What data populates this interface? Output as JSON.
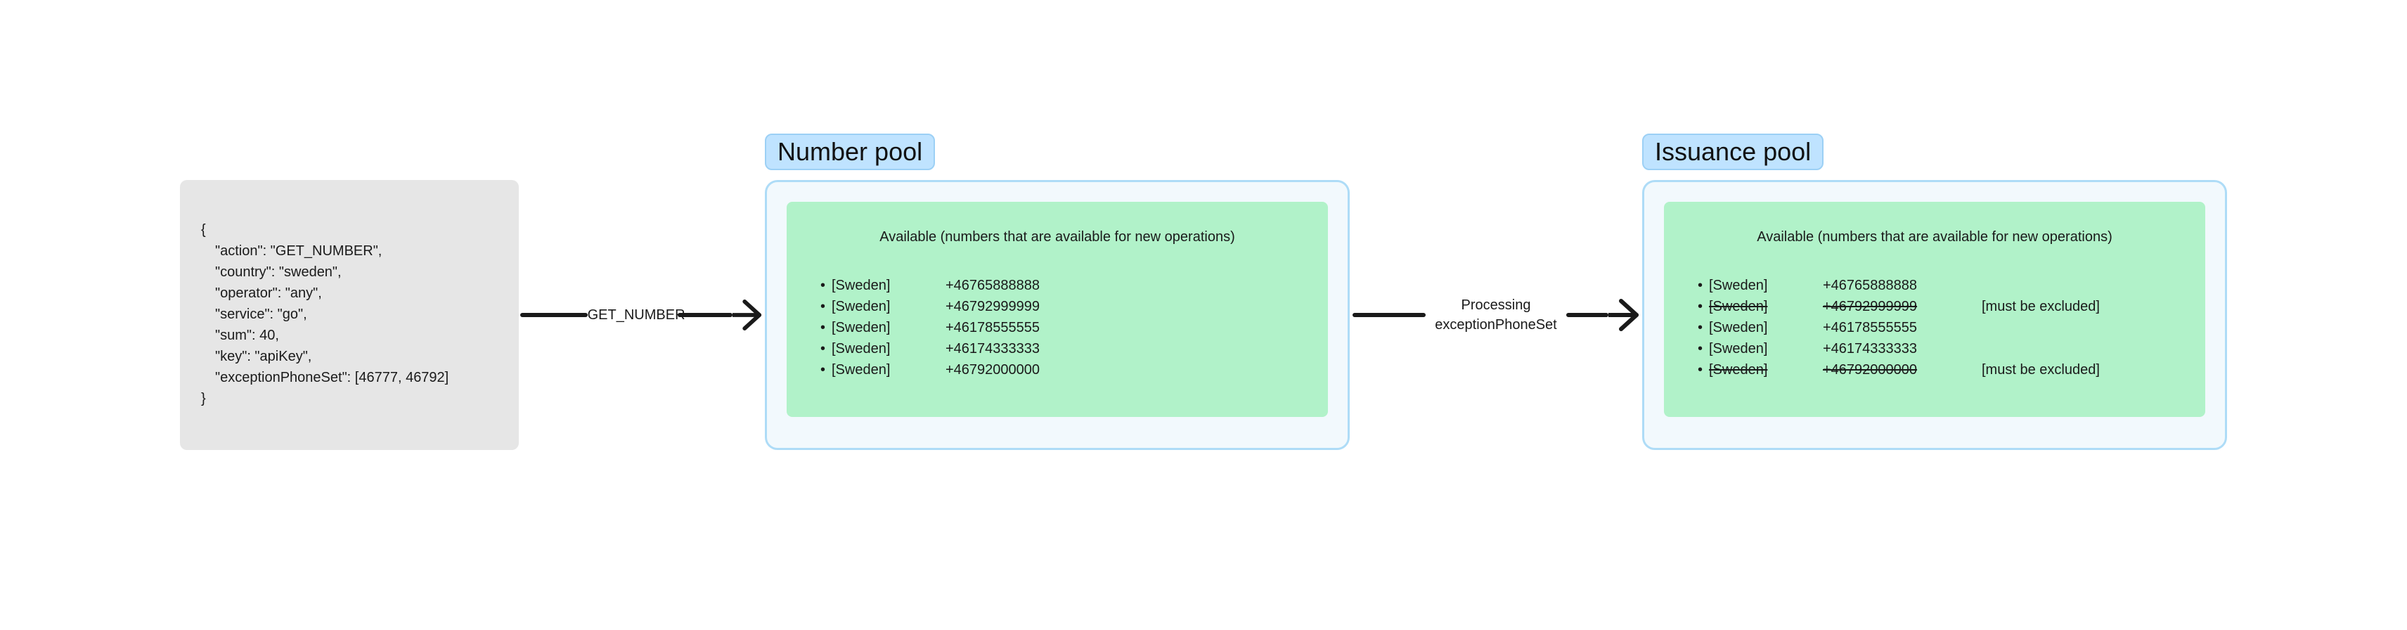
{
  "request": {
    "lines": [
      "{",
      "\"action\": \"GET_NUMBER\",",
      "\"country\": \"sweden\",",
      "\"operator\": \"any\",",
      "\"service\": \"go\",",
      "\"sum\": 40,",
      "\"key\": \"apiKey\",",
      "\"exceptionPhoneSet\": [46777, 46792]",
      "}"
    ]
  },
  "connectors": {
    "first": {
      "label": "GET_NUMBER"
    },
    "second": {
      "label_line1": "Processing",
      "label_line2": "exceptionPhoneSet"
    }
  },
  "number_pool": {
    "title": "Number pool",
    "caption": "Available (numbers that are available for new operations)",
    "items": [
      {
        "country": "[Sweden]",
        "phone": "+46765888888"
      },
      {
        "country": "[Sweden]",
        "phone": "+46792999999"
      },
      {
        "country": "[Sweden]",
        "phone": "+46178555555"
      },
      {
        "country": "[Sweden]",
        "phone": "+46174333333"
      },
      {
        "country": "[Sweden]",
        "phone": "+46792000000"
      }
    ]
  },
  "issuance_pool": {
    "title": "Issuance pool",
    "caption": "Available (numbers that are available for new operations)",
    "items": [
      {
        "country": "[Sweden]",
        "phone": "+46765888888",
        "note": ""
      },
      {
        "country": "[Sweden]",
        "phone": "+46792999999",
        "note": "[must be excluded]"
      },
      {
        "country": "[Sweden]",
        "phone": "+46178555555",
        "note": ""
      },
      {
        "country": "[Sweden]",
        "phone": "+46174333333",
        "note": ""
      },
      {
        "country": "[Sweden]",
        "phone": "+46792000000",
        "note": "[must be excluded]"
      }
    ]
  },
  "colors": {
    "request_bg": "#e6e6e6",
    "title_bg": "#bfe3ff",
    "frame_border": "#aedcf7",
    "inner_bg": "#b1f2c9",
    "arrow": "#1a1a1a"
  }
}
